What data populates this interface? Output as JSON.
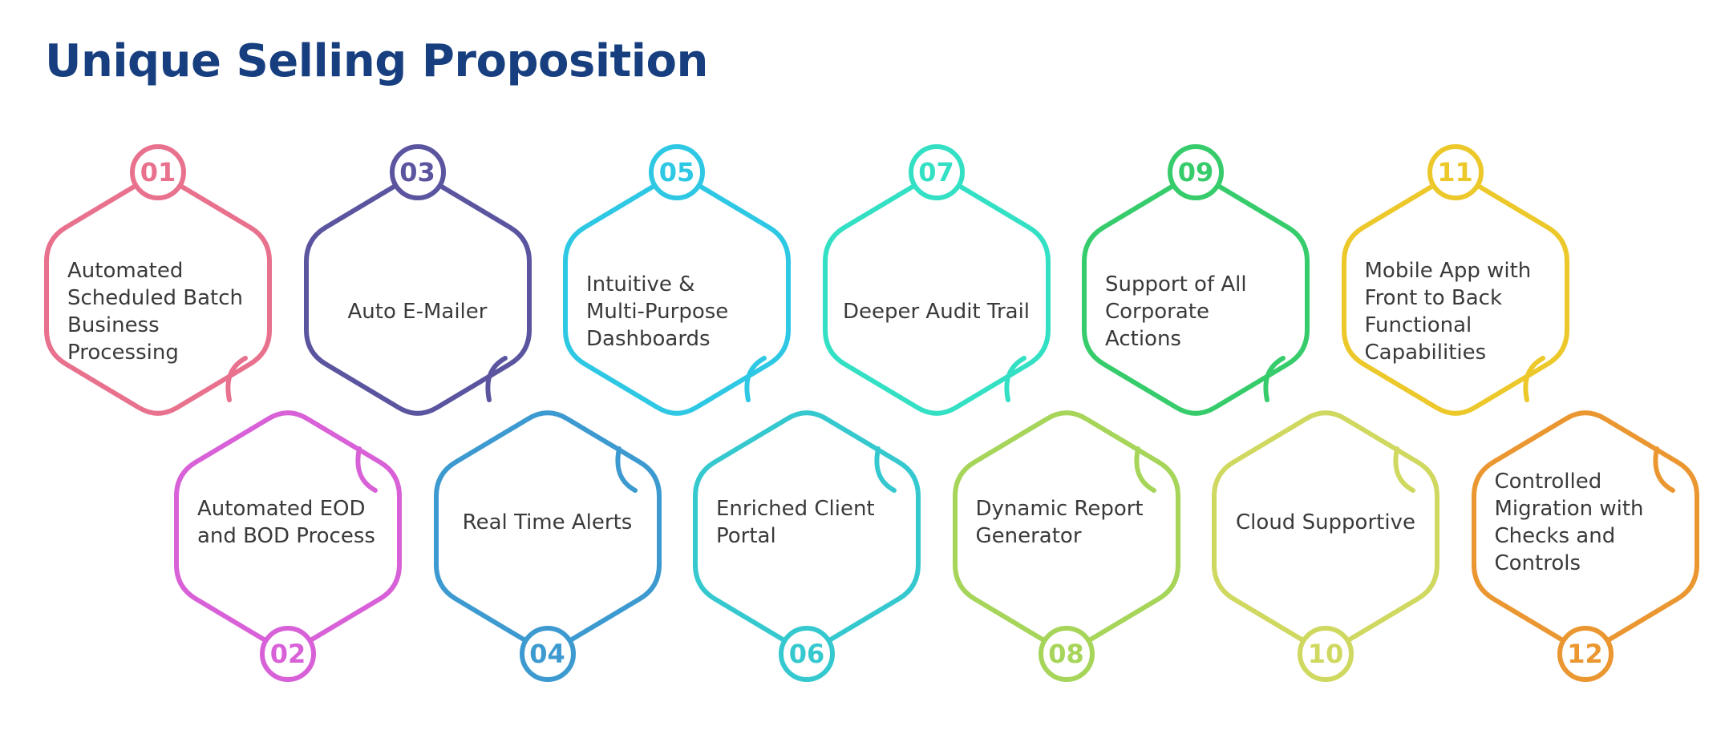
{
  "title": "Unique Selling Proposition",
  "title_color": "#173f7f",
  "items": [
    {
      "number": "01",
      "text": "Automated\nScheduled Batch\nBusiness\nProcessing",
      "color": "#e8718e"
    },
    {
      "number": "02",
      "text": "Automated EOD\nand BOD Process",
      "color": "#d861d8"
    },
    {
      "number": "03",
      "text": "Auto E-Mailer",
      "color": "#5b55a0"
    },
    {
      "number": "04",
      "text": "Real Time Alerts",
      "color": "#3d9ad0"
    },
    {
      "number": "05",
      "text": "Intuitive &\nMulti-Purpose\nDashboards",
      "color": "#2ec8e4"
    },
    {
      "number": "06",
      "text": "Enriched Client\nPortal",
      "color": "#35c9cf"
    },
    {
      "number": "07",
      "text": "Deeper Audit Trail",
      "color": "#34e0c4"
    },
    {
      "number": "08",
      "text": "Dynamic Report\nGenerator",
      "color": "#a6d55a"
    },
    {
      "number": "09",
      "text": "Support of All\nCorporate\nActions",
      "color": "#36cc6b"
    },
    {
      "number": "10",
      "text": "Cloud Supportive",
      "color": "#cfd85f"
    },
    {
      "number": "11",
      "text": "Mobile App with\nFront to Back\nFunctional\nCapabilities",
      "color": "#ecc82b"
    },
    {
      "number": "12",
      "text": "Controlled\nMigration with\nChecks and\nControls",
      "color": "#eb9731"
    }
  ]
}
